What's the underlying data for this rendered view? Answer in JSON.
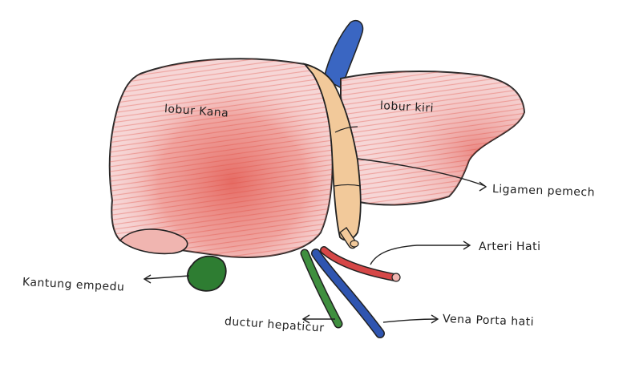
{
  "labels": {
    "right_lobe": "lobur Kana",
    "left_lobe": "lobur kiri",
    "ligament": "Ligamen pemech",
    "hepatic_artery": "Arteri Hati",
    "gallbladder": "Kantung empedu",
    "hepatic_duct": "ductur hepaticur",
    "portal_vein": "Vena Porta hati"
  },
  "colors": {
    "liver_fill": "#f6d6d6",
    "liver_shade": "#e0483e",
    "ligament": "#f2c99a",
    "vena_cava": "#3a66c2",
    "portal_vein": "#2f55b0",
    "hepatic_artery": "#d64747",
    "hepatic_duct": "#3f8f3f",
    "gallbladder": "#2e7d32",
    "outline": "#222222"
  }
}
